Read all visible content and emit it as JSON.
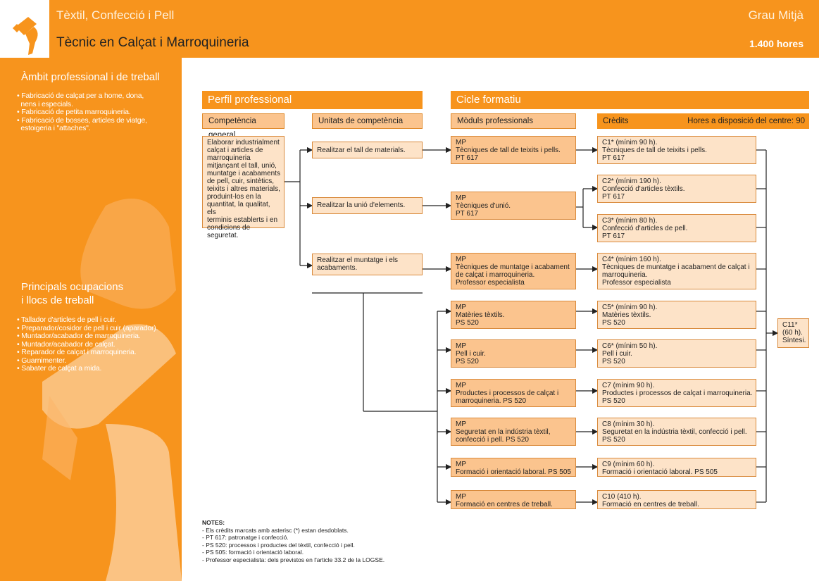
{
  "header": {
    "family": "Tèxtil, Confecció i Pell",
    "level": "Grau Mitjà",
    "qualification": "Tècnic en Calçat i Marroquineria",
    "hours": "1.400 hores"
  },
  "sidebar": {
    "scope_title": "Àmbit professional i de treball",
    "scope_items": [
      "• Fabricació de calçat per a home, dona,",
      "  nens i especials.",
      "• Fabricació de petita marroquineria.",
      "• Fabricació de bosses, articles de viatge,",
      "  estoigeria i \"attaches\"."
    ],
    "jobs_title_1": "Principals ocupacions",
    "jobs_title_2": "i llocs de treball",
    "jobs_items": [
      "• Tallador d'articles de pell i cuir.",
      "• Preparador/cosidor de pell i cuir (aparador).",
      "• Muntador/acabador de marroquineria.",
      "• Muntador/acabador de calçat.",
      "• Reparador de calçat i marroquineria.",
      "• Guarnimenter.",
      "• Sabater de calçat a mida."
    ]
  },
  "profile": {
    "title": "Perfil professional",
    "general_header": "Competència general",
    "units_header": "Unitats de competència",
    "general_text": "Elaborar industrialment\ncalçat i articles de\nmarroquineria\nmitjançant el tall, unió,\nmuntatge i acabaments\nde pell, cuir, sintètics,\nteixits i altres materials,\nproduint-los en la\nquantitat, la qualitat, els\nterminis establerts i en\ncondicions de seguretat.",
    "units": [
      "Realitzar el tall de materials.",
      "Realitzar la unió d'elements.",
      "Realitzar el muntatge i els\nacabaments."
    ]
  },
  "cycle": {
    "title": "Cicle formatiu",
    "modules_header": "Mòduls professionals",
    "credits_header": "Crèdits",
    "centre_hours": "Hores a disposició del centre: 90",
    "modules": [
      "MP\nTècniques de tall de teixits i pells.\nPT 617",
      "MP\nTècniques d'unió.\nPT 617",
      "MP\nTècniques de muntatge i acabament\nde calçat i marroquineria.\nProfessor especialista",
      "MP\nMatèries tèxtils.\nPS 520",
      "MP\nPell i cuir.\nPS 520",
      "MP\nProductes i processos de calçat i\nmarroquineria. PS 520",
      "MP\nSeguretat en la indústria tèxtil,\nconfecció i pell. PS 520",
      "MP\nFormació i orientació laboral. PS 505",
      "MP\nFormació en centres de treball."
    ],
    "credits": [
      "C1* (mínim 90 h).\nTècniques de tall de teixits i pells.\nPT 617",
      "C2* (mínim 190 h).\nConfecció d'articles tèxtils.\nPT 617",
      "C3* (mínim 80 h).\nConfecció d'articles de pell.\nPT 617",
      "C4* (mínim 160 h).\nTècniques de muntatge i acabament de calçat i\nmarroquineria.\nProfessor especialista",
      "C5* (mínim 90 h).\nMatèries tèxtils.\nPS 520",
      "C6* (mínim 50 h).\nPell i cuir.\nPS 520",
      "C7 (mínim 90 h).\nProductes i processos de calçat i marroquineria.\nPS 520",
      "C8 (mínim 30 h).\nSeguretat en la indústria tèxtil, confecció i pell.\nPS 520",
      "C9 (mínim 60 h).\nFormació i orientació laboral. PS 505",
      "C10 (410 h).\nFormació en centres de treball."
    ],
    "synthesis": "C11*\n(60 h).\nSíntesi."
  },
  "notes": {
    "title": "NOTES:",
    "lines": "- Els crèdits marcats amb asterisc (*) estan desdoblats.\n- PT 617: patronatge i confecció.\n- PS 520: processos i productes del tèxtil, confecció i pell.\n- PS 505: formació i orientació laboral.\n- Professor especialista: dels previstos en l'article 33.2 de la LOGSE."
  },
  "colors": {
    "accent": "#f7941d",
    "box_light": "#fde3c8",
    "box_mid": "#fbc48e"
  }
}
